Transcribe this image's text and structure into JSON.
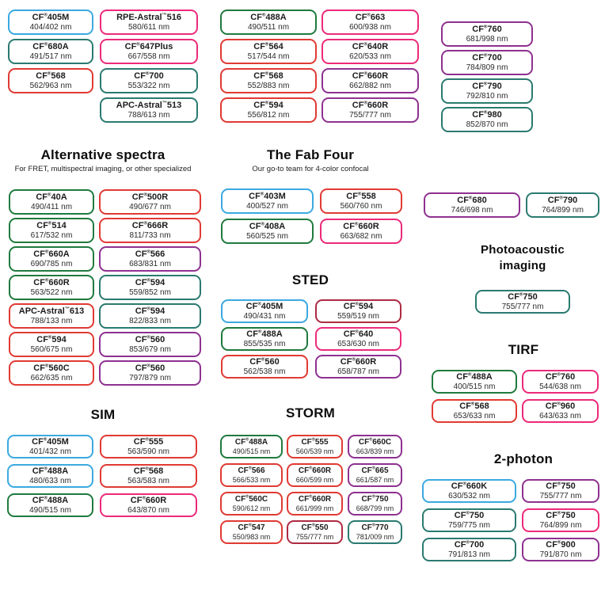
{
  "colors": {
    "blue": "#3BA9E0",
    "green": "#1F7A3E",
    "teal": "#2A7A70",
    "red": "#E03A33",
    "darkred": "#AE2A42",
    "pink": "#EC2A7A",
    "purple": "#8E3190"
  },
  "top": {
    "col1": [
      {
        "name": "CF®405M",
        "value": "404/402 nm",
        "color": "blue"
      },
      {
        "name": "CF®680A",
        "value": "491/517 nm",
        "color": "teal"
      },
      {
        "name": "CF®568",
        "value": "562/963 nm",
        "color": "red"
      }
    ],
    "col2": [
      {
        "name": "RPE-Astral™516",
        "value": "580/611 nm",
        "color": "pink"
      },
      {
        "name": "CF®647Plus",
        "value": "667/558 nm",
        "color": "pink"
      },
      {
        "name": "CF®700",
        "value": "553/322 nm",
        "color": "teal"
      },
      {
        "name": "APC-Astral™513",
        "value": "788/613 nm",
        "color": "teal"
      }
    ],
    "col3": [
      {
        "name": "CF®488A",
        "value": "490/511 nm",
        "color": "green"
      },
      {
        "name": "CF®564",
        "value": "517/544 nm",
        "color": "red"
      },
      {
        "name": "CF®568",
        "value": "552/883 nm",
        "color": "red"
      },
      {
        "name": "CF®594",
        "value": "556/812 nm",
        "color": "red"
      }
    ],
    "col4": [
      {
        "name": "CF®663",
        "value": "600/938 nm",
        "color": "pink"
      },
      {
        "name": "CF®640R",
        "value": "620/533 nm",
        "color": "pink"
      },
      {
        "name": "CF®660R",
        "value": "662/882 nm",
        "color": "purple"
      },
      {
        "name": "CF®660R",
        "value": "755/777 nm",
        "color": "purple"
      }
    ],
    "col5": [
      {
        "name": "CF®760",
        "value": "681/998 nm",
        "color": "purple"
      },
      {
        "name": "CF®700",
        "value": "784/809 nm",
        "color": "purple"
      },
      {
        "name": "CF®790",
        "value": "792/810 nm",
        "color": "teal"
      },
      {
        "name": "CF®980",
        "value": "852/870 nm",
        "color": "teal"
      }
    ]
  },
  "alternative_spectra": {
    "title": "Alternative spectra",
    "subtitle": "For FRET, multispectral imaging, or other specialized",
    "col1": [
      {
        "name": "CF®40A",
        "value": "490/411 nm",
        "color": "green"
      },
      {
        "name": "CF®514",
        "value": "617/532 nm",
        "color": "green"
      },
      {
        "name": "CF®660A",
        "value": "690/785 nm",
        "color": "green"
      },
      {
        "name": "CF®660R",
        "value": "563/522 nm",
        "color": "green"
      },
      {
        "name": "APC-Astral™613",
        "value": "788/133 nm",
        "color": "red"
      },
      {
        "name": "CF®594",
        "value": "560/675 nm",
        "color": "red"
      },
      {
        "name": "CF®560C",
        "value": "662/635 nm",
        "color": "red"
      }
    ],
    "col2": [
      {
        "name": "CF®500R",
        "value": "490/677 nm",
        "color": "red"
      },
      {
        "name": "CF®666R",
        "value": "811/733 nm",
        "color": "red"
      },
      {
        "name": "CF®566",
        "value": "683/831 nm",
        "color": "purple"
      },
      {
        "name": "CF®594",
        "value": "559/852 nm",
        "color": "teal"
      },
      {
        "name": "CF®594",
        "value": "822/833 nm",
        "color": "teal"
      },
      {
        "name": "CF®560",
        "value": "853/679 nm",
        "color": "purple"
      },
      {
        "name": "CF®560",
        "value": "797/879 nm",
        "color": "purple"
      }
    ]
  },
  "fab_four": {
    "title": "The Fab Four",
    "subtitle": "Our go-to team for 4-color confocal",
    "col1": [
      {
        "name": "CF®403M",
        "value": "400/527 nm",
        "color": "blue"
      },
      {
        "name": "CF®408A",
        "value": "560/525 nm",
        "color": "green"
      }
    ],
    "col2": [
      {
        "name": "CF®558",
        "value": "560/760 nm",
        "color": "red"
      },
      {
        "name": "CF®660R",
        "value": "663/682 nm",
        "color": "pink"
      }
    ]
  },
  "nir_pair": [
    {
      "name": "CF®680",
      "value": "746/698 nm",
      "color": "purple"
    },
    {
      "name": "CF®790",
      "value": "764/899 nm",
      "color": "teal"
    }
  ],
  "sted": {
    "title": "STED",
    "col1": [
      {
        "name": "CF®405M",
        "value": "490/431 nm",
        "color": "blue"
      },
      {
        "name": "CF®488A",
        "value": "855/535 nm",
        "color": "green"
      },
      {
        "name": "CF®560",
        "value": "562/538 nm",
        "color": "red"
      }
    ],
    "col2": [
      {
        "name": "CF®594",
        "value": "559/519 nm",
        "color": "darkred"
      },
      {
        "name": "CF®640",
        "value": "653/630 nm",
        "color": "pink"
      },
      {
        "name": "CF®660R",
        "value": "658/787 nm",
        "color": "purple"
      }
    ]
  },
  "photoacoustic": {
    "title": "Photoacoustic imaging",
    "badges": [
      {
        "name": "CF®750",
        "value": "755/777 nm",
        "color": "teal"
      }
    ]
  },
  "tirf": {
    "title": "TIRF",
    "col1": [
      {
        "name": "CF®488A",
        "value": "400/515 nm",
        "color": "green"
      },
      {
        "name": "CF®568",
        "value": "653/633 nm",
        "color": "red"
      }
    ],
    "col2": [
      {
        "name": "CF®760",
        "value": "544/638 nm",
        "color": "pink"
      },
      {
        "name": "CF®960",
        "value": "643/633 nm",
        "color": "pink"
      }
    ]
  },
  "sim": {
    "title": "SIM",
    "col1": [
      {
        "name": "CF®405M",
        "value": "401/432 nm",
        "color": "blue"
      },
      {
        "name": "CF®488A",
        "value": "480/633 nm",
        "color": "blue"
      },
      {
        "name": "CF®488A",
        "value": "490/515 nm",
        "color": "green"
      }
    ],
    "col2": [
      {
        "name": "CF®555",
        "value": "563/590 nm",
        "color": "red"
      },
      {
        "name": "CF®568",
        "value": "563/583 nm",
        "color": "red"
      },
      {
        "name": "CF®660R",
        "value": "643/870 nm",
        "color": "pink"
      }
    ]
  },
  "storm": {
    "title": "STORM",
    "col1": [
      {
        "name": "CF®488A",
        "value": "490/515 nm",
        "color": "green"
      },
      {
        "name": "CF®566",
        "value": "566/533 nm",
        "color": "red"
      },
      {
        "name": "CF®560C",
        "value": "590/612 nm",
        "color": "red"
      },
      {
        "name": "CF®547",
        "value": "550/983 nm",
        "color": "red"
      }
    ],
    "col2": [
      {
        "name": "CF®555",
        "value": "560/539 nm",
        "color": "red"
      },
      {
        "name": "CF®660R",
        "value": "660/599 nm",
        "color": "red"
      },
      {
        "name": "CF®660R",
        "value": "661/999 nm",
        "color": "red"
      },
      {
        "name": "CF®550",
        "value": "755/777 nm",
        "color": "darkred"
      }
    ],
    "col3": [
      {
        "name": "CF®660C",
        "value": "663/839 nm",
        "color": "purple"
      },
      {
        "name": "CF®665",
        "value": "661/587 nm",
        "color": "purple"
      },
      {
        "name": "CF®750",
        "value": "668/799 nm",
        "color": "purple"
      },
      {
        "name": "CF®770",
        "value": "781/009 nm",
        "color": "teal"
      }
    ]
  },
  "two_photon": {
    "title": "2-photon",
    "col1": [
      {
        "name": "CF®660K",
        "value": "630/532 nm",
        "color": "blue"
      },
      {
        "name": "CF®750",
        "value": "759/775 nm",
        "color": "teal"
      },
      {
        "name": "CF®700",
        "value": "791/813 nm",
        "color": "teal"
      }
    ],
    "col2": [
      {
        "name": "CF®750",
        "value": "755/777 nm",
        "color": "purple"
      },
      {
        "name": "CF®750",
        "value": "764/899 nm",
        "color": "pink"
      },
      {
        "name": "CF®900",
        "value": "791/870 nm",
        "color": "purple"
      }
    ]
  }
}
